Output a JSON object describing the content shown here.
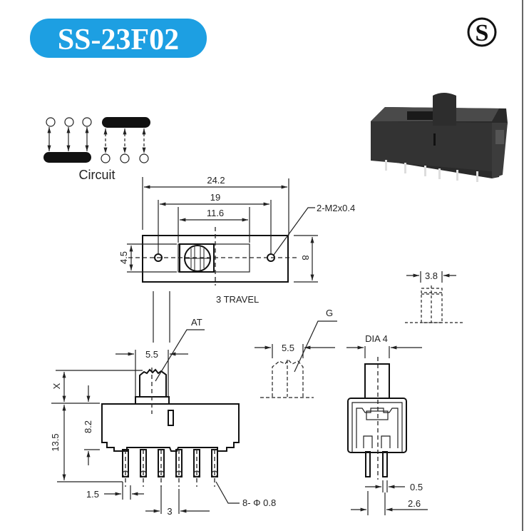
{
  "title": "SS-23F02",
  "brand_color": "#1d9fe2",
  "logo_letter": "S",
  "circuit_label": "Circuit",
  "top_view": {
    "dim_overall": "24.2",
    "dim_holes": "19",
    "dim_slot": "11.6",
    "dim_height_inner": "4.5",
    "dim_height": "8",
    "mount_holes": "2-M2x0.4",
    "travel": "3 TRAVEL"
  },
  "front_view": {
    "dim_actuator_width": "5.5",
    "actuator_type": "AT",
    "dim_x": "X",
    "dim_body_height": "8.2",
    "dim_total_height": "13.5",
    "dim_pin_offset": "1.5",
    "dim_pin_pitch": "3",
    "pin_spec": "8- Φ 0.8"
  },
  "alt_actuator_g": {
    "label": "G",
    "dim_width": "5.5"
  },
  "alt_actuator_round": {
    "dim_width": "3.8"
  },
  "side_view": {
    "dim_dia": "DIA 4",
    "dim_pin": "0.5",
    "dim_pin_spacing": "2.6"
  }
}
